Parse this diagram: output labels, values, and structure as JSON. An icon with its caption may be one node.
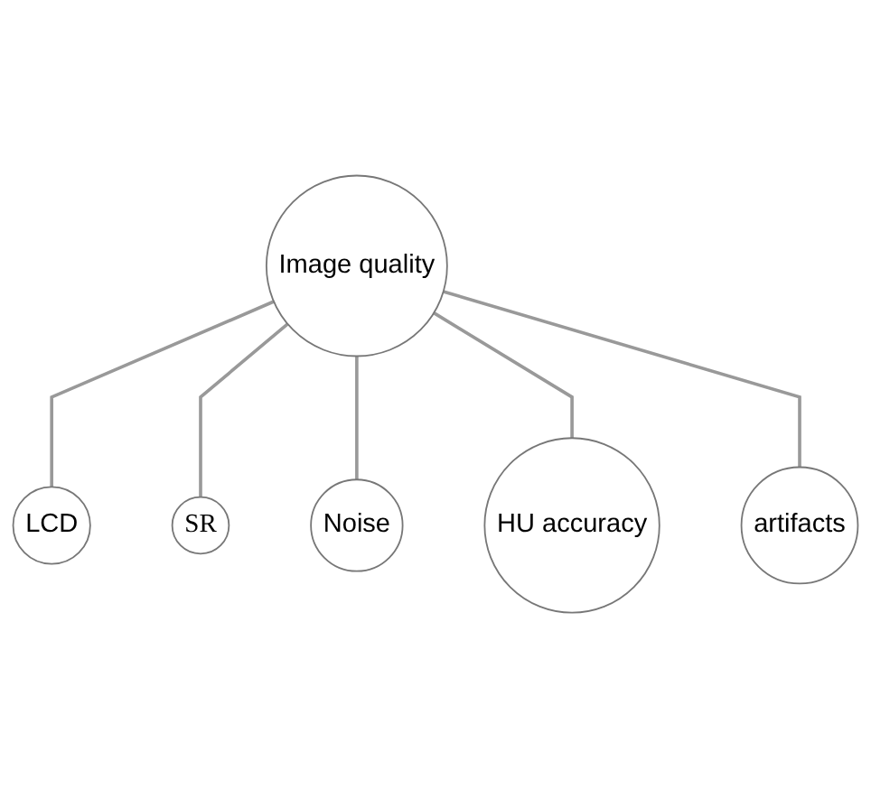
{
  "diagram": {
    "nodes": [
      {
        "text": [
          "LCD"
        ]
      },
      {
        "text": [
          "SR"
        ]
      },
      {
        "text": [
          "Image quality"
        ]
      },
      {
        "text": [
          "Noise"
        ]
      },
      {
        "text": [
          "HU accuracy"
        ]
      },
      {
        "text": [
          "artifacts"
        ]
      }
    ],
    "edges": [
      {
        "from": 2,
        "to": 0,
        "arrow": "none"
      },
      {
        "from": 2,
        "to": 1,
        "arrow": "none"
      },
      {
        "from": 2,
        "to": 3,
        "arrow": "none"
      },
      {
        "from": 2,
        "to": 4,
        "arrow": "none"
      },
      {
        "from": 2,
        "to": 5,
        "arrow": "none"
      }
    ]
  }
}
